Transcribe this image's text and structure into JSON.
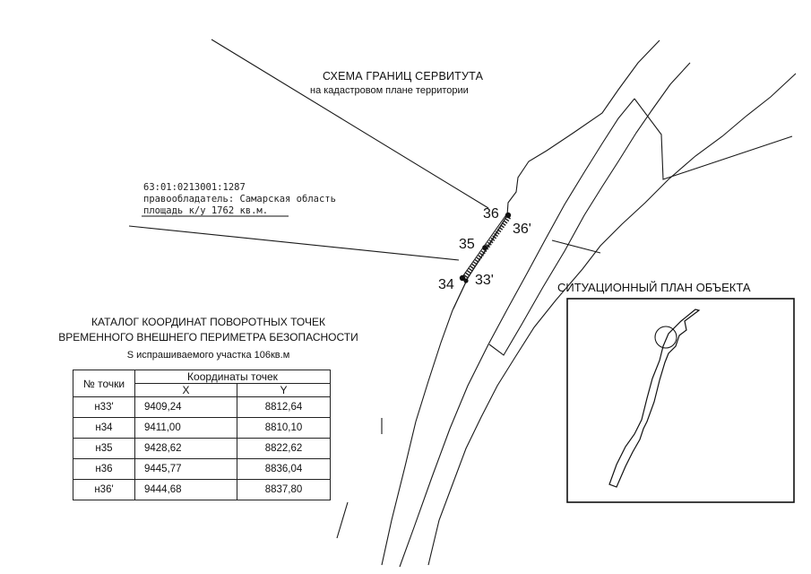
{
  "scheme": {
    "title": "СХЕМА ГРАНИЦ СЕРВИТУТА",
    "subtitle": "на кадастровом плане территории"
  },
  "parcel": {
    "number": "63:01:0213001:1287",
    "owner": "правообладатель: Самарская область",
    "area": "площадь к/у 1762 кв.м."
  },
  "point_labels": {
    "p36": "36",
    "p36s": "36'",
    "p35": "35",
    "p34": "34",
    "p33s": "33'"
  },
  "situation_plan": {
    "title": "СИТУАЦИОННЫЙ ПЛАН ОБЪЕКТА"
  },
  "catalog": {
    "title_line1": "КАТАЛОГ КООРДИНАТ ПОВОРОТНЫХ ТОЧЕК",
    "title_line2": "ВРЕМЕННОГО ВНЕШНЕГО ПЕРИМЕТРА БЕЗОПАСНОСТИ",
    "area_note": "S испрашиваемого участка 106кв.м",
    "headers": {
      "point_no": "№ точки",
      "coords": "Координаты точек",
      "x": "X",
      "y": "Y"
    },
    "rows": [
      {
        "point": "н33'",
        "x": "9409,24",
        "y": "8812,64"
      },
      {
        "point": "н34",
        "x": "9411,00",
        "y": "8810,10"
      },
      {
        "point": "н35",
        "x": "9428,62",
        "y": "8822,62"
      },
      {
        "point": "н36",
        "x": "9445,77",
        "y": "8836,04"
      },
      {
        "point": "н36'",
        "x": "9444,68",
        "y": "8837,80"
      }
    ]
  },
  "colors": {
    "ink": "#111111",
    "background": "#ffffff"
  }
}
